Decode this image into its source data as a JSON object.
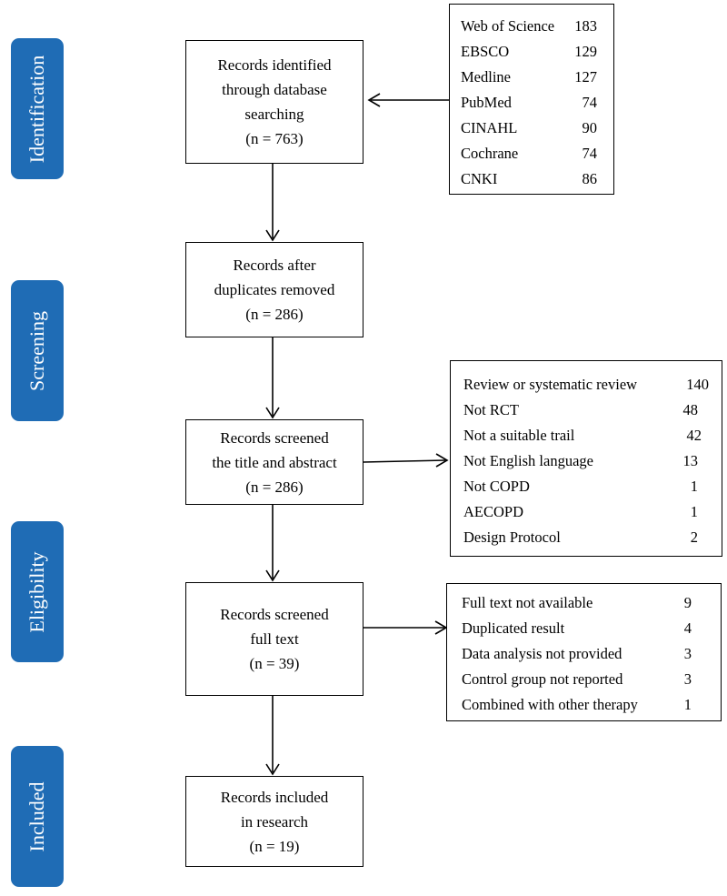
{
  "stages": [
    {
      "id": "identification",
      "label": "Identification"
    },
    {
      "id": "screening",
      "label": "Screening"
    },
    {
      "id": "eligibility",
      "label": "Eligibility"
    },
    {
      "id": "included",
      "label": "Included"
    }
  ],
  "boxes": {
    "identified": {
      "line1": "Records identified",
      "line2": "through database",
      "line3": "searching",
      "count": "(n = 763)"
    },
    "deduplicated": {
      "line1": "Records after",
      "line2": "duplicates removed",
      "count": "(n = 286)"
    },
    "title_abstract": {
      "line1": "Records screened",
      "line2": "the title and abstract",
      "count": "(n = 286)"
    },
    "full_text": {
      "line1": "Records screened",
      "line2": "full text",
      "count": "(n = 39)"
    },
    "included": {
      "line1": "Records included",
      "line2": "in research",
      "count": "(n = 19)"
    }
  },
  "databases": [
    {
      "label": "Web of Science",
      "value": "183"
    },
    {
      "label": "EBSCO",
      "value": "129"
    },
    {
      "label": "Medline",
      "value": "127"
    },
    {
      "label": "PubMed",
      "value": "74"
    },
    {
      "label": "CINAHL",
      "value": "90"
    },
    {
      "label": "Cochrane",
      "value": "74"
    },
    {
      "label": "CNKI",
      "value": "86"
    }
  ],
  "exclusions_abstract": [
    {
      "label": "Review or systematic review",
      "value": "140"
    },
    {
      "label": "Not RCT",
      "value": "48"
    },
    {
      "label": "Not a suitable trail",
      "value": "42"
    },
    {
      "label": "Not English language",
      "value": "13"
    },
    {
      "label": "Not COPD",
      "value": "1"
    },
    {
      "label": "AECOPD",
      "value": "1"
    },
    {
      "label": "Design Protocol",
      "value": "2"
    }
  ],
  "exclusions_fulltext": [
    {
      "label": "Full text not available",
      "value": "9"
    },
    {
      "label": "Duplicated result",
      "value": "4"
    },
    {
      "label": "Data analysis not provided",
      "value": "3"
    },
    {
      "label": "Control group not reported",
      "value": "3"
    },
    {
      "label": "Combined with other therapy",
      "value": "1"
    }
  ],
  "colors": {
    "stage_fill": "#1f6cb5",
    "stage_text": "#ffffff",
    "line": "#000000"
  }
}
